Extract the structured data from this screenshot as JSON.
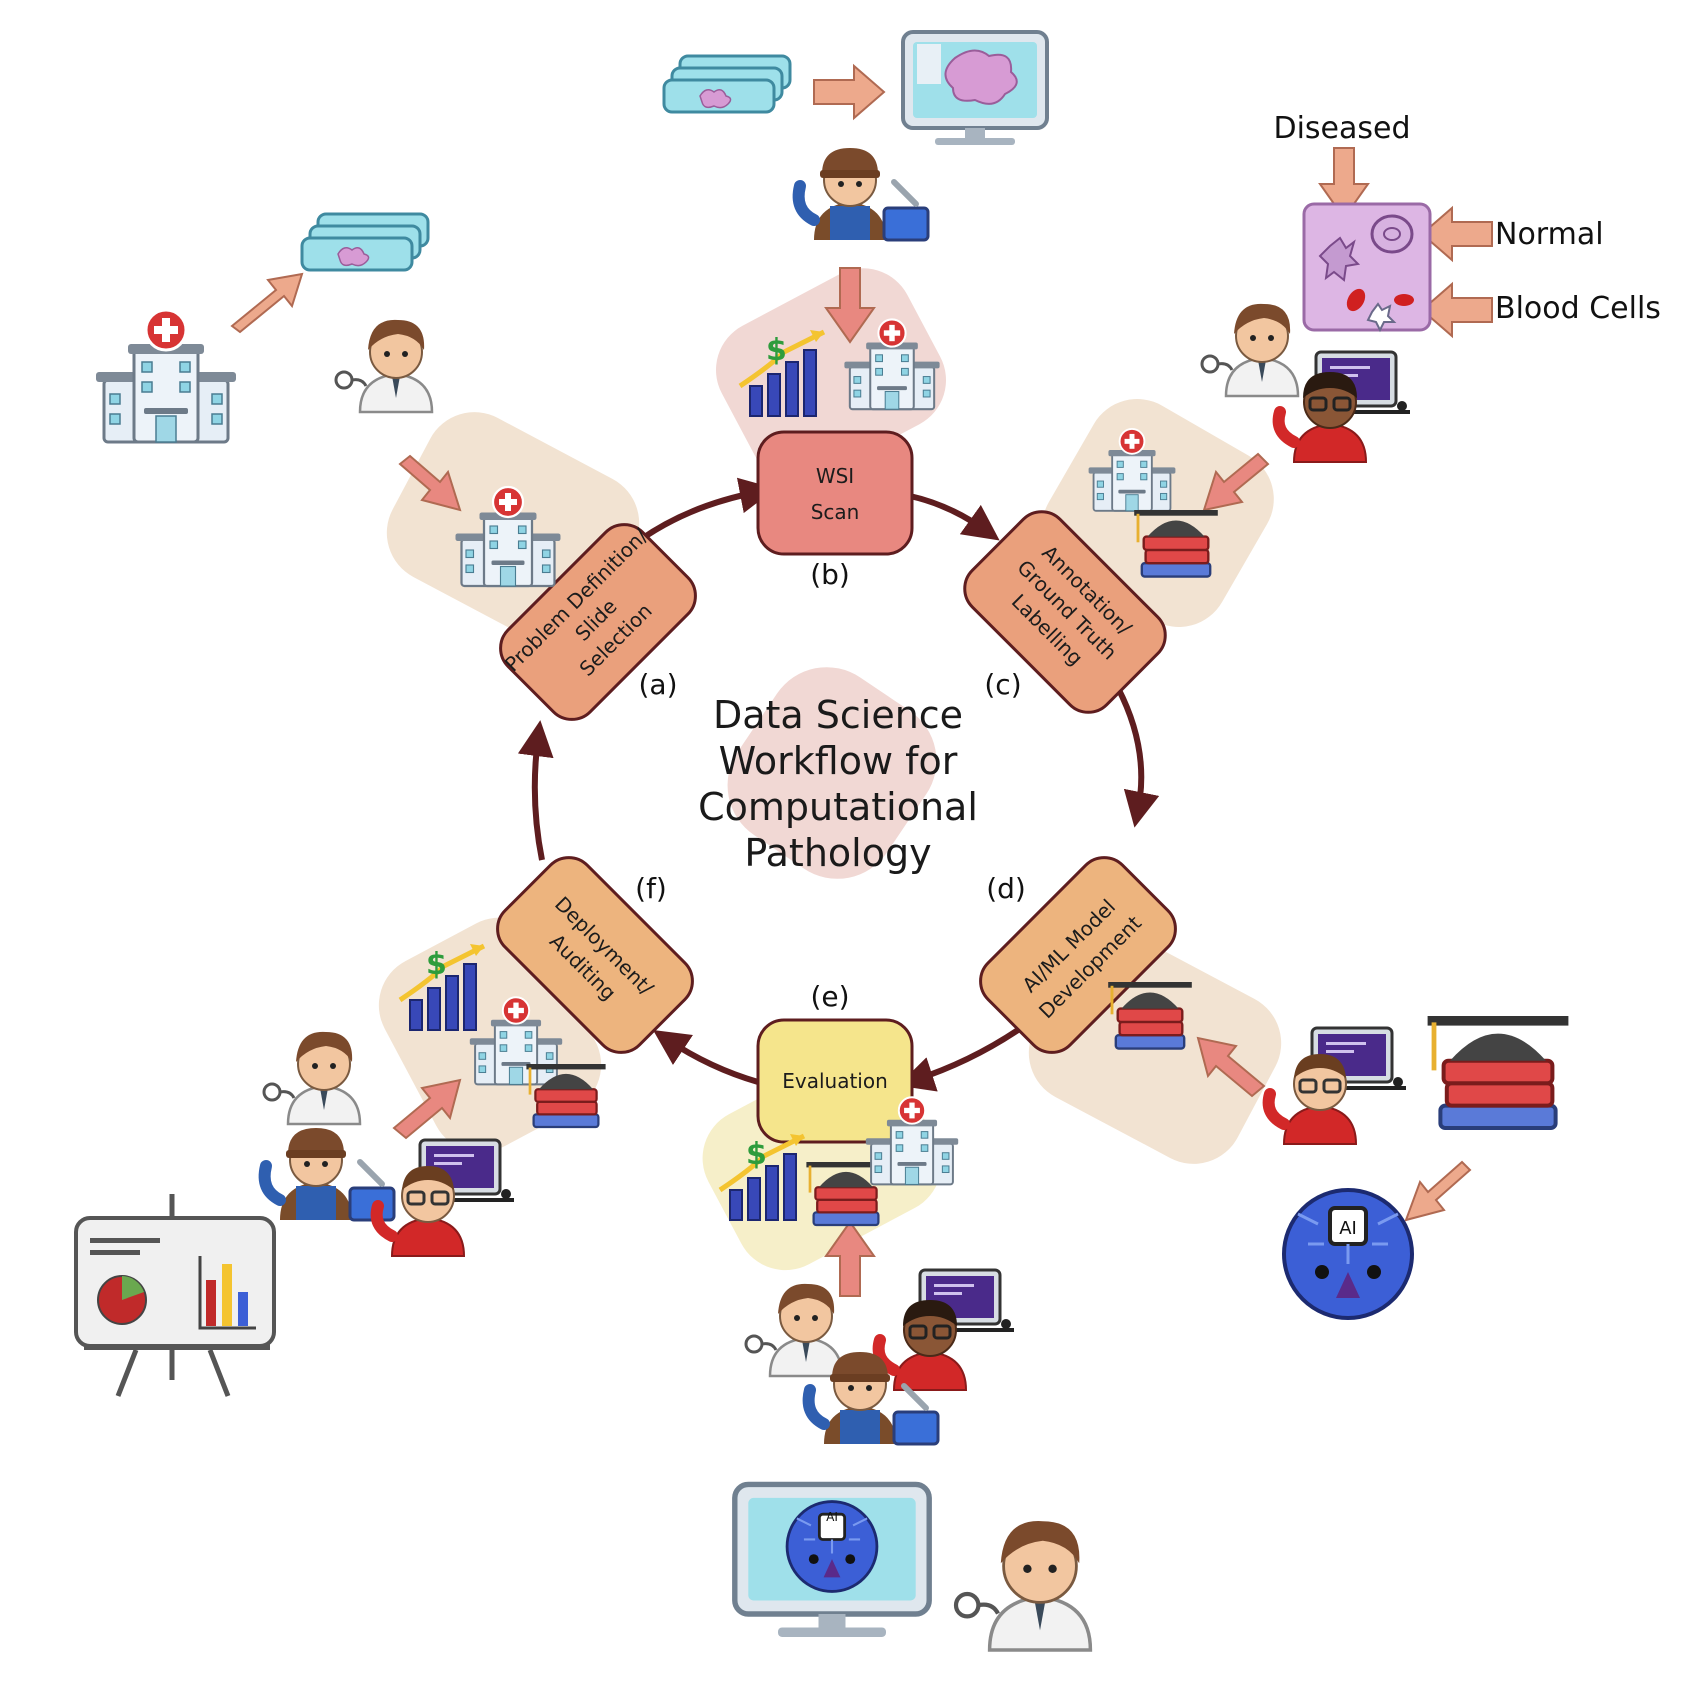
{
  "title": {
    "lines": [
      "Data Science",
      "Workflow for",
      "Computational",
      "Pathology"
    ]
  },
  "steps": [
    {
      "id": "a",
      "label": "(a)",
      "lines": [
        "Problem Definition/",
        "Slide",
        "Selection"
      ]
    },
    {
      "id": "b",
      "label": "(b)",
      "lines": [
        "WSI",
        "Scan"
      ]
    },
    {
      "id": "c",
      "label": "(c)",
      "lines": [
        "Annotation/",
        "Ground Truth",
        "Labelling"
      ]
    },
    {
      "id": "d",
      "label": "(d)",
      "lines": [
        "AI/ML Model",
        "Development"
      ]
    },
    {
      "id": "e",
      "label": "(e)",
      "lines": [
        "Evaluation"
      ]
    },
    {
      "id": "f",
      "label": "(f)",
      "lines": [
        "Deployment/",
        "Auditing"
      ]
    }
  ],
  "callouts": {
    "diseased": "Diseased",
    "normal": "Normal",
    "blood_cells": "Blood Cells"
  },
  "ai_badge": "AI",
  "icons": [
    "hospital-icon",
    "slide-stack-icon",
    "doctor-icon",
    "technician-icon",
    "scientist-icon",
    "microscope-monitor-icon",
    "revenue-chart-icon",
    "graduation-books-icon",
    "ai-brain-icon",
    "presentation-board-icon"
  ],
  "colors": {
    "cycle_arrow": "#5e1d1f",
    "node_orange": "#eaa07c",
    "node_red": "#e88880",
    "node_yellow": "#f5e58c",
    "bg_beige": "#f2e3d2",
    "bg_pink": "#f1d8d4",
    "bg_yellow": "#f6efc9",
    "arrow_salmon": "#eda98c"
  }
}
